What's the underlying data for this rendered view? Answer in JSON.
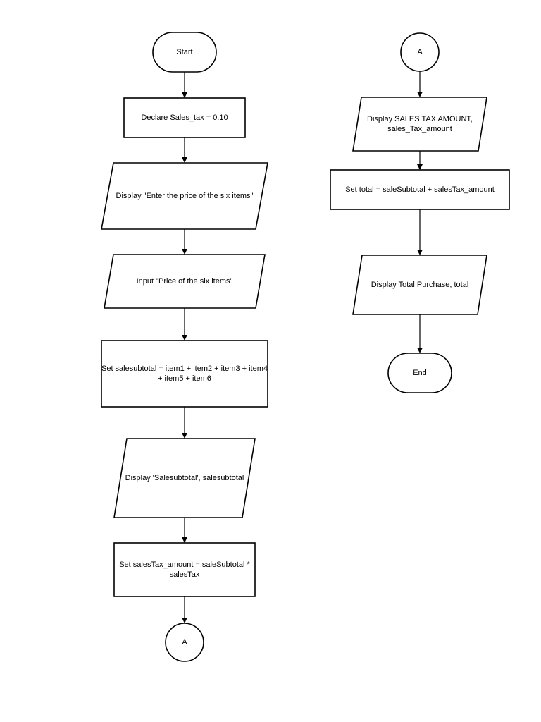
{
  "nodes": [
    {
      "id": "start",
      "shape": "terminator",
      "lines": [
        "Start"
      ]
    },
    {
      "id": "declare",
      "shape": "process",
      "lines": [
        "Declare Sales_tax = 0.10"
      ]
    },
    {
      "id": "display-enter",
      "shape": "io",
      "lines": [
        "Display \"Enter the price of the six items\""
      ]
    },
    {
      "id": "input-price",
      "shape": "io",
      "lines": [
        "Input \"Price of the six items\""
      ]
    },
    {
      "id": "set-subtotal",
      "shape": "process",
      "lines": [
        "Set salesubtotal = item1 + item2 + item3 + item4",
        "+ item5 + item6"
      ]
    },
    {
      "id": "display-subtotal",
      "shape": "io",
      "lines": [
        "Display 'Salesubtotal', salesubtotal"
      ]
    },
    {
      "id": "set-tax-amount",
      "shape": "process",
      "lines": [
        "Set salesTax_amount = saleSubtotal *",
        "salesTax"
      ]
    },
    {
      "id": "connector-a-out",
      "shape": "connector",
      "lines": [
        "A"
      ]
    },
    {
      "id": "connector-a-in",
      "shape": "connector",
      "lines": [
        "A"
      ]
    },
    {
      "id": "display-tax-amount",
      "shape": "io",
      "lines": [
        "Display SALES TAX AMOUNT,",
        "sales_Tax_amount"
      ]
    },
    {
      "id": "set-total",
      "shape": "process",
      "lines": [
        "Set total = saleSubtotal + salesTax_amount"
      ]
    },
    {
      "id": "display-total",
      "shape": "io",
      "lines": [
        "Display Total Purchase, total"
      ]
    },
    {
      "id": "end",
      "shape": "terminator",
      "lines": [
        "End"
      ]
    }
  ],
  "edges": [
    {
      "from": "start",
      "to": "declare"
    },
    {
      "from": "declare",
      "to": "display-enter"
    },
    {
      "from": "display-enter",
      "to": "input-price"
    },
    {
      "from": "input-price",
      "to": "set-subtotal"
    },
    {
      "from": "set-subtotal",
      "to": "display-subtotal"
    },
    {
      "from": "display-subtotal",
      "to": "set-tax-amount"
    },
    {
      "from": "set-tax-amount",
      "to": "connector-a-out"
    },
    {
      "from": "connector-a-in",
      "to": "display-tax-amount"
    },
    {
      "from": "display-tax-amount",
      "to": "set-total"
    },
    {
      "from": "set-total",
      "to": "display-total"
    },
    {
      "from": "display-total",
      "to": "end"
    }
  ]
}
